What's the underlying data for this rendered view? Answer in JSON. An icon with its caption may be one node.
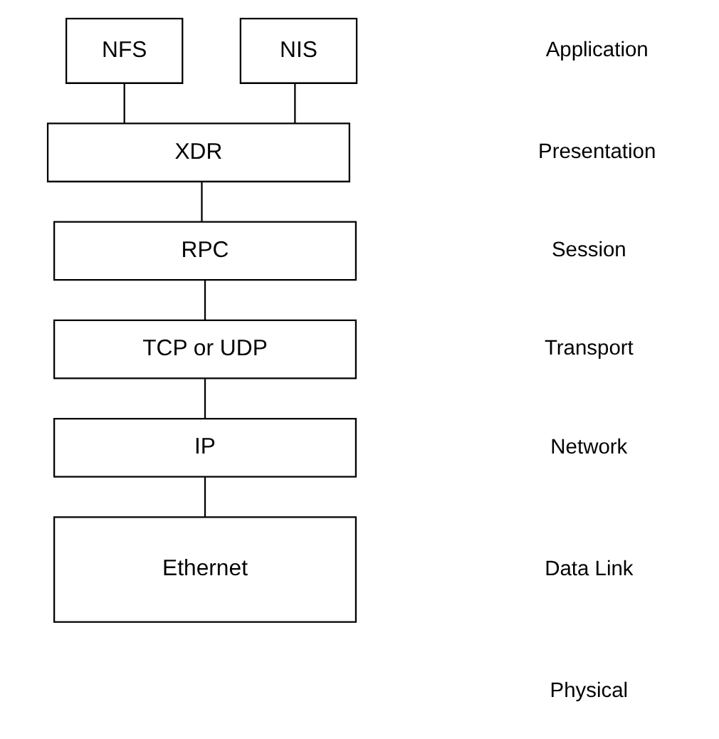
{
  "diagram": {
    "nodes": [
      {
        "text": [
          "NFS"
        ]
      },
      {
        "text": [
          "NIS"
        ]
      },
      {
        "text": [
          "XDR"
        ]
      },
      {
        "text": [
          "RPC"
        ]
      },
      {
        "text": [
          "TCP or UDP"
        ]
      },
      {
        "text": [
          "IP"
        ]
      },
      {
        "text": [
          "Ethernet"
        ]
      }
    ],
    "edges": [
      {
        "from": 0,
        "to": 2,
        "arrow": "none"
      },
      {
        "from": 1,
        "to": 2,
        "arrow": "none"
      },
      {
        "from": 2,
        "to": 3,
        "arrow": "none"
      },
      {
        "from": 3,
        "to": 4,
        "arrow": "none"
      },
      {
        "from": 4,
        "to": 5,
        "arrow": "none"
      },
      {
        "from": 5,
        "to": 6,
        "arrow": "none"
      }
    ],
    "labels": [
      "Application",
      "Presentation",
      "Session",
      "Transport",
      "Network",
      "Data Link",
      "Physical"
    ]
  }
}
